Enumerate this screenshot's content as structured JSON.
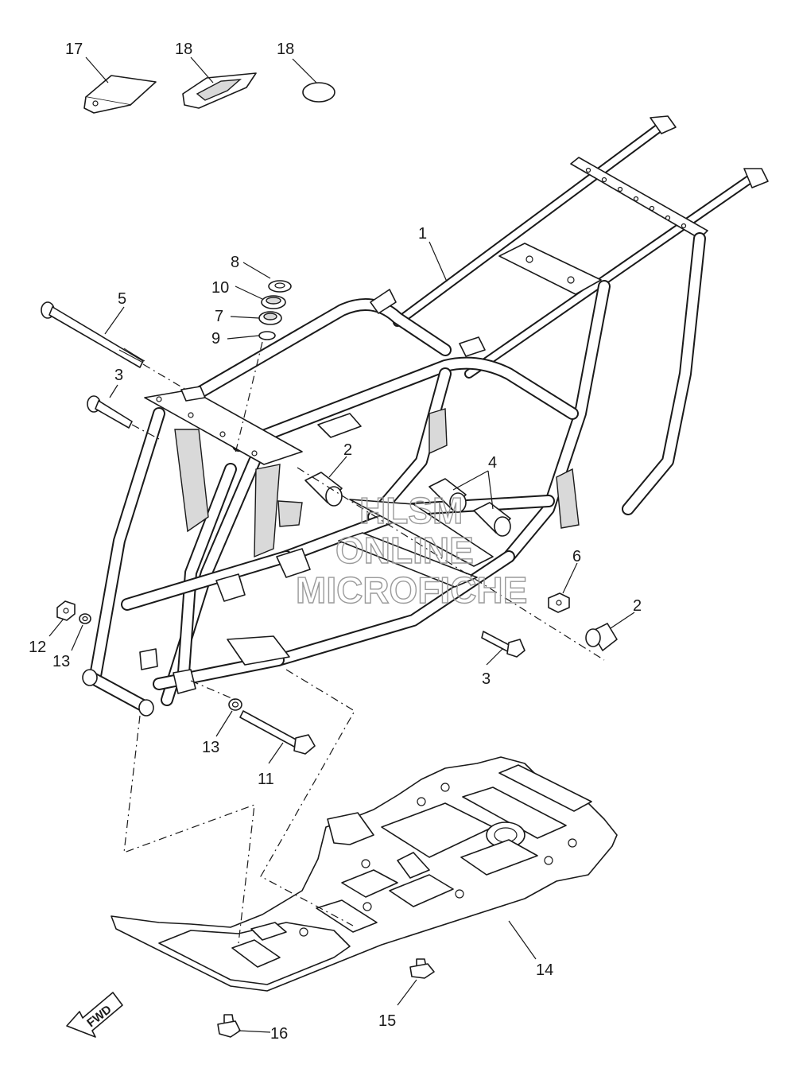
{
  "callouts": [
    {
      "id": "c1",
      "label": "1"
    },
    {
      "id": "c2a",
      "label": "2"
    },
    {
      "id": "c2b",
      "label": "2"
    },
    {
      "id": "c3a",
      "label": "3"
    },
    {
      "id": "c3b",
      "label": "3"
    },
    {
      "id": "c4",
      "label": "4"
    },
    {
      "id": "c5",
      "label": "5"
    },
    {
      "id": "c6",
      "label": "6"
    },
    {
      "id": "c7",
      "label": "7"
    },
    {
      "id": "c8",
      "label": "8"
    },
    {
      "id": "c9",
      "label": "9"
    },
    {
      "id": "c10",
      "label": "10"
    },
    {
      "id": "c11",
      "label": "11"
    },
    {
      "id": "c12",
      "label": "12"
    },
    {
      "id": "c13a",
      "label": "13"
    },
    {
      "id": "c13b",
      "label": "13"
    },
    {
      "id": "c14",
      "label": "14"
    },
    {
      "id": "c15",
      "label": "15"
    },
    {
      "id": "c16",
      "label": "16"
    },
    {
      "id": "c17",
      "label": "17"
    },
    {
      "id": "c18a",
      "label": "18"
    },
    {
      "id": "c18b",
      "label": "18"
    }
  ],
  "watermark": {
    "line1": "HLSM",
    "line2": "ONLINE",
    "line3": "MICROFICHE"
  },
  "fwd_label": "FWD",
  "icons": {
    "fwd": "fwd-arrow-icon"
  }
}
